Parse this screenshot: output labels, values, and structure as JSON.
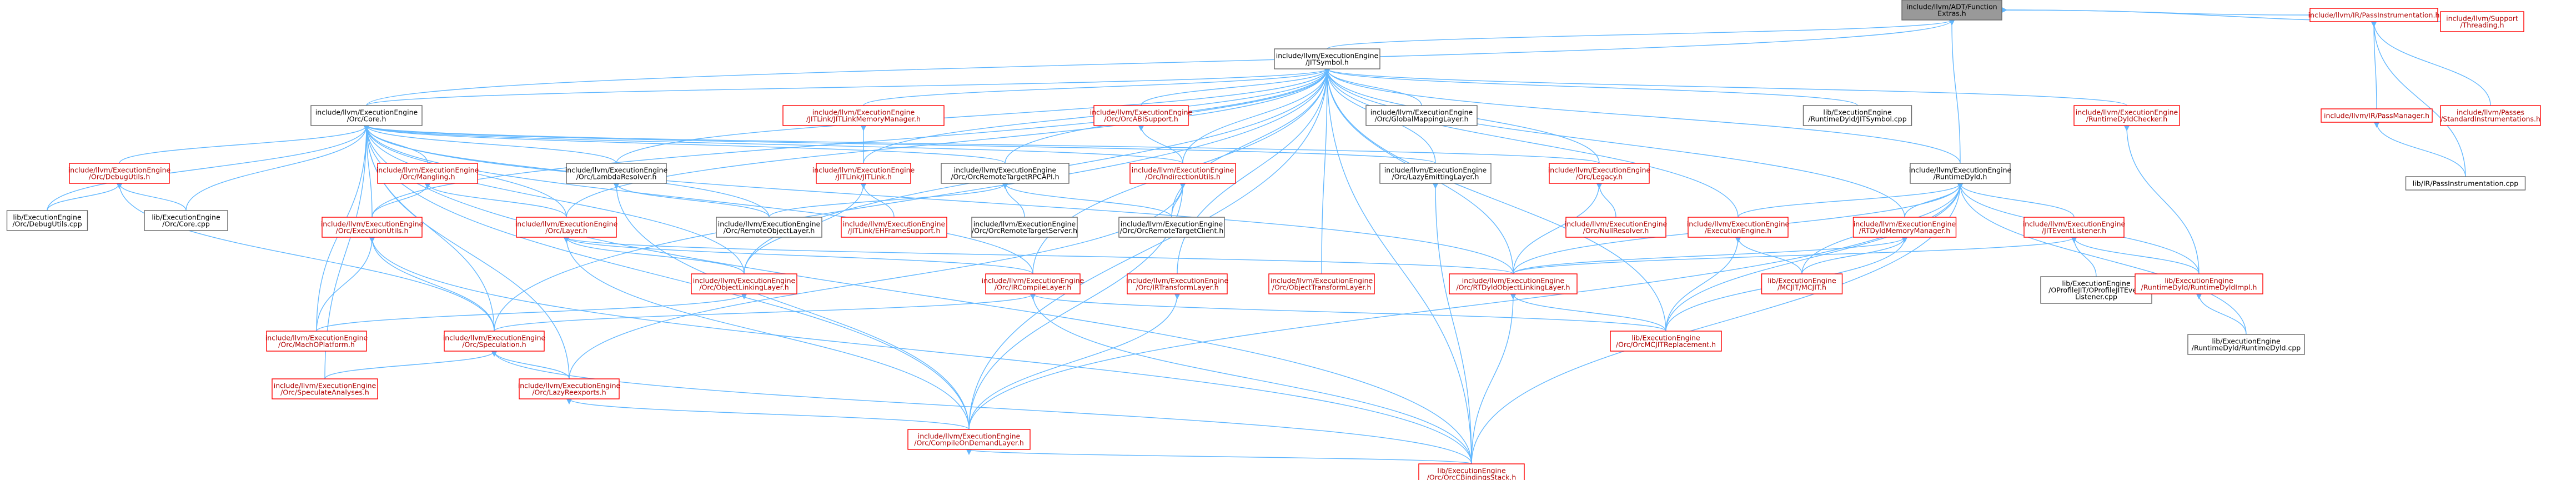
{
  "graph": {
    "title": "",
    "colors": {
      "focus_fill": "#999999",
      "focus_text": "#000000",
      "link_text": "#000000",
      "red_text": "#b00000",
      "node_border_normal": "#666666",
      "node_border_red": "#ff0000",
      "node_fill": "#ffffff",
      "edge": "#63b8ff"
    },
    "nodes": [
      {
        "id": "fe",
        "lines": [
          "include/llvm/ADT/Function",
          "Extras.h"
        ],
        "style": "focus"
      },
      {
        "id": "jit",
        "lines": [
          "include/llvm/ExecutionEngine",
          "/JITSymbol.h"
        ],
        "style": "normal"
      },
      {
        "id": "pi",
        "lines": [
          "include/llvm/IR/PassInstrumentation.h"
        ],
        "style": "red"
      },
      {
        "id": "thr",
        "lines": [
          "include/llvm/Support",
          "/Threading.h"
        ],
        "style": "red"
      },
      {
        "id": "core",
        "lines": [
          "include/llvm/ExecutionEngine",
          "/Orc/Core.h"
        ],
        "style": "normal"
      },
      {
        "id": "jitmm",
        "lines": [
          "include/llvm/ExecutionEngine",
          "/JITLink/JITLinkMemoryManager.h"
        ],
        "style": "red"
      },
      {
        "id": "abi",
        "lines": [
          "include/llvm/ExecutionEngine",
          "/Orc/OrcABISupport.h"
        ],
        "style": "red"
      },
      {
        "id": "gml",
        "lines": [
          "include/llvm/ExecutionEngine",
          "/Orc/GlobalMappingLayer.h"
        ],
        "style": "normal"
      },
      {
        "id": "jsymcpp",
        "lines": [
          "lib/ExecutionEngine",
          "/RuntimeDyld/JITSymbol.cpp"
        ],
        "style": "normal"
      },
      {
        "id": "rdc",
        "lines": [
          "include/llvm/ExecutionEngine",
          "/RuntimeDyldChecker.h"
        ],
        "style": "red"
      },
      {
        "id": "pm",
        "lines": [
          "include/llvm/IR/PassManager.h"
        ],
        "style": "red"
      },
      {
        "id": "spi",
        "lines": [
          "include/llvm/Passes",
          "/StandardInstrumentations.h"
        ],
        "style": "red"
      },
      {
        "id": "dbg",
        "lines": [
          "include/llvm/ExecutionEngine",
          "/Orc/DebugUtils.h"
        ],
        "style": "red"
      },
      {
        "id": "mang",
        "lines": [
          "include/llvm/ExecutionEngine",
          "/Orc/Mangling.h"
        ],
        "style": "red"
      },
      {
        "id": "lamb",
        "lines": [
          "include/llvm/ExecutionEngine",
          "/Orc/LambdaResolver.h"
        ],
        "style": "normal"
      },
      {
        "id": "jitlink",
        "lines": [
          "include/llvm/ExecutionEngine",
          "/JITLink/JITLink.h"
        ],
        "style": "red"
      },
      {
        "id": "rtrpc",
        "lines": [
          "include/llvm/ExecutionEngine",
          "/Orc/OrcRemoteTargetRPCAPI.h"
        ],
        "style": "normal"
      },
      {
        "id": "ind",
        "lines": [
          "include/llvm/ExecutionEngine",
          "/Orc/IndirectionUtils.h"
        ],
        "style": "red"
      },
      {
        "id": "lel",
        "lines": [
          "include/llvm/ExecutionEngine",
          "/Orc/LazyEmittingLayer.h"
        ],
        "style": "normal"
      },
      {
        "id": "leg",
        "lines": [
          "include/llvm/ExecutionEngine",
          "/Orc/Legacy.h"
        ],
        "style": "red"
      },
      {
        "id": "rd",
        "lines": [
          "include/llvm/ExecutionEngine",
          "/RuntimeDyld.h"
        ],
        "style": "normal"
      },
      {
        "id": "picpp",
        "lines": [
          "lib/IR/PassInstrumentation.cpp"
        ],
        "style": "normal"
      },
      {
        "id": "dbgcpp",
        "lines": [
          "lib/ExecutionEngine",
          "/Orc/DebugUtils.cpp"
        ],
        "style": "normal"
      },
      {
        "id": "corecpp",
        "lines": [
          "lib/ExecutionEngine",
          "/Orc/Core.cpp"
        ],
        "style": "normal"
      },
      {
        "id": "exec",
        "lines": [
          "include/llvm/ExecutionEngine",
          "/Orc/ExecutionUtils.h"
        ],
        "style": "red"
      },
      {
        "id": "layer",
        "lines": [
          "include/llvm/ExecutionEngine",
          "/Orc/Layer.h"
        ],
        "style": "red"
      },
      {
        "id": "rol",
        "lines": [
          "include/llvm/ExecutionEngine",
          "/Orc/RemoteObjectLayer.h"
        ],
        "style": "normal"
      },
      {
        "id": "ehfs",
        "lines": [
          "include/llvm/ExecutionEngine",
          "/JITLink/EHFrameSupport.h"
        ],
        "style": "red"
      },
      {
        "id": "rts",
        "lines": [
          "include/llvm/ExecutionEngine",
          "/Orc/OrcRemoteTargetServer.h"
        ],
        "style": "normal"
      },
      {
        "id": "rtc",
        "lines": [
          "include/llvm/ExecutionEngine",
          "/Orc/OrcRemoteTargetClient.h"
        ],
        "style": "normal"
      },
      {
        "id": "nullr",
        "lines": [
          "include/llvm/ExecutionEngine",
          "/Orc/NullResolver.h"
        ],
        "style": "red"
      },
      {
        "id": "ee",
        "lines": [
          "include/llvm/ExecutionEngine",
          "/ExecutionEngine.h"
        ],
        "style": "red"
      },
      {
        "id": "rdmm",
        "lines": [
          "include/llvm/ExecutionEngine",
          "/RTDyldMemoryManager.h"
        ],
        "style": "red"
      },
      {
        "id": "jel",
        "lines": [
          "include/llvm/ExecutionEngine",
          "/JITEventListener.h"
        ],
        "style": "red"
      },
      {
        "id": "olll",
        "lines": [
          "include/llvm/ExecutionEngine",
          "/Orc/ObjectLinkingLayer.h"
        ],
        "style": "red"
      },
      {
        "id": "irc",
        "lines": [
          "include/llvm/ExecutionEngine",
          "/Orc/IRCompileLayer.h"
        ],
        "style": "red"
      },
      {
        "id": "irt",
        "lines": [
          "include/llvm/ExecutionEngine",
          "/Orc/IRTransformLayer.h"
        ],
        "style": "red"
      },
      {
        "id": "otl",
        "lines": [
          "include/llvm/ExecutionEngine",
          "/Orc/ObjectTransformLayer.h"
        ],
        "style": "red"
      },
      {
        "id": "rtdl",
        "lines": [
          "include/llvm/ExecutionEngine",
          "/Orc/RTDyldObjectLinkingLayer.h"
        ],
        "style": "red"
      },
      {
        "id": "mcjith",
        "lines": [
          "lib/ExecutionEngine",
          "/MCJIT/MCJIT.h"
        ],
        "style": "red"
      },
      {
        "id": "oprof",
        "lines": [
          "lib/ExecutionEngine",
          "/OProfileJIT/OProfileJITEvent",
          "Listener.cpp"
        ],
        "style": "normal"
      },
      {
        "id": "rdimpl",
        "lines": [
          "lib/ExecutionEngine",
          "/RuntimeDyld/RuntimeDyldImpl.h"
        ],
        "style": "red"
      },
      {
        "id": "macho",
        "lines": [
          "include/llvm/ExecutionEngine",
          "/Orc/MachOPlatform.h"
        ],
        "style": "red"
      },
      {
        "id": "spec",
        "lines": [
          "include/llvm/ExecutionEngine",
          "/Orc/Speculation.h"
        ],
        "style": "red"
      },
      {
        "id": "omcjit",
        "lines": [
          "lib/ExecutionEngine",
          "/Orc/OrcMCJITReplacement.h"
        ],
        "style": "red"
      },
      {
        "id": "rdcpp",
        "lines": [
          "lib/ExecutionEngine",
          "/RuntimeDyld/RuntimeDyld.cpp"
        ],
        "style": "normal"
      },
      {
        "id": "sa",
        "lines": [
          "include/llvm/ExecutionEngine",
          "/Orc/SpeculateAnalyses.h"
        ],
        "style": "red"
      },
      {
        "id": "lre",
        "lines": [
          "include/llvm/ExecutionEngine",
          "/Orc/LazyReexports.h"
        ],
        "style": "red"
      },
      {
        "id": "cod",
        "lines": [
          "include/llvm/ExecutionEngine",
          "/Orc/CompileOnDemandLayer.h"
        ],
        "style": "red"
      },
      {
        "id": "ocb",
        "lines": [
          "lib/ExecutionEngine",
          "/Orc/OrcCBindingsStack.h"
        ],
        "style": "red"
      }
    ],
    "edges": [
      [
        "fe",
        "jit"
      ],
      [
        "fe",
        "pi"
      ],
      [
        "fe",
        "thr"
      ],
      [
        "fe",
        "core"
      ],
      [
        "fe",
        "rd"
      ],
      [
        "pi",
        "pm"
      ],
      [
        "pi",
        "spi"
      ],
      [
        "pi",
        "picpp"
      ],
      [
        "pm",
        "picpp"
      ],
      [
        "jit",
        "core"
      ],
      [
        "jit",
        "jitmm"
      ],
      [
        "jit",
        "abi"
      ],
      [
        "jit",
        "gml"
      ],
      [
        "jit",
        "jsymcpp"
      ],
      [
        "jit",
        "rdc"
      ],
      [
        "jit",
        "lamb"
      ],
      [
        "jit",
        "rtrpc"
      ],
      [
        "jit",
        "ind"
      ],
      [
        "jit",
        "lel"
      ],
      [
        "jit",
        "leg"
      ],
      [
        "jit",
        "rd"
      ],
      [
        "jit",
        "ee"
      ],
      [
        "jit",
        "rdmm"
      ],
      [
        "jit",
        "rtdl"
      ],
      [
        "jit",
        "irc"
      ],
      [
        "jit",
        "irt"
      ],
      [
        "jit",
        "otl"
      ],
      [
        "jit",
        "rtc"
      ],
      [
        "jit",
        "olll"
      ],
      [
        "jit",
        "layer"
      ],
      [
        "jit",
        "exec"
      ],
      [
        "jit",
        "cod"
      ],
      [
        "jit",
        "ocb"
      ],
      [
        "jit",
        "spec"
      ],
      [
        "jit",
        "omcjit"
      ],
      [
        "jit",
        "jitlink"
      ],
      [
        "core",
        "dbg"
      ],
      [
        "core",
        "mang"
      ],
      [
        "core",
        "lamb"
      ],
      [
        "core",
        "ind"
      ],
      [
        "core",
        "lel"
      ],
      [
        "core",
        "leg"
      ],
      [
        "core",
        "exec"
      ],
      [
        "core",
        "layer"
      ],
      [
        "core",
        "rol"
      ],
      [
        "core",
        "dbgcpp"
      ],
      [
        "core",
        "corecpp"
      ],
      [
        "core",
        "macho"
      ],
      [
        "core",
        "spec"
      ],
      [
        "core",
        "sa"
      ],
      [
        "core",
        "lre"
      ],
      [
        "core",
        "cod"
      ],
      [
        "core",
        "olll"
      ],
      [
        "core",
        "rtdl"
      ],
      [
        "core",
        "irc"
      ],
      [
        "core",
        "ocb"
      ],
      [
        "core",
        "rtrpc"
      ],
      [
        "dbg",
        "dbgcpp"
      ],
      [
        "dbg",
        "corecpp"
      ],
      [
        "dbg",
        "spec"
      ],
      [
        "mang",
        "exec"
      ],
      [
        "mang",
        "layer"
      ],
      [
        "lamb",
        "cod"
      ],
      [
        "lamb",
        "rol"
      ],
      [
        "jitmm",
        "jitlink"
      ],
      [
        "jitlink",
        "ehfs"
      ],
      [
        "jitlink",
        "olll"
      ],
      [
        "abi",
        "ind"
      ],
      [
        "rtrpc",
        "rts"
      ],
      [
        "rtrpc",
        "rtc"
      ],
      [
        "rtrpc",
        "rol"
      ],
      [
        "ind",
        "rtc"
      ],
      [
        "ind",
        "lre"
      ],
      [
        "ind",
        "cod"
      ],
      [
        "lel",
        "ocb"
      ],
      [
        "leg",
        "nullr"
      ],
      [
        "leg",
        "rtdl"
      ],
      [
        "rdc",
        "rdimpl"
      ],
      [
        "rd",
        "ee"
      ],
      [
        "rd",
        "rdmm"
      ],
      [
        "rd",
        "jel"
      ],
      [
        "rd",
        "rtdl"
      ],
      [
        "rd",
        "mcjith"
      ],
      [
        "rd",
        "rdimpl"
      ],
      [
        "rd",
        "rdcpp"
      ],
      [
        "rd",
        "omcjit"
      ],
      [
        "rd",
        "ocb"
      ],
      [
        "rd",
        "cod"
      ],
      [
        "exec",
        "macho"
      ],
      [
        "exec",
        "spec"
      ],
      [
        "exec",
        "ocb"
      ],
      [
        "layer",
        "olll"
      ],
      [
        "layer",
        "rtdl"
      ],
      [
        "layer",
        "irc"
      ],
      [
        "layer",
        "cod"
      ],
      [
        "ee",
        "mcjith"
      ],
      [
        "ee",
        "omcjit"
      ],
      [
        "rdmm",
        "mcjith"
      ],
      [
        "rdmm",
        "omcjit"
      ],
      [
        "rdmm",
        "rtdl"
      ],
      [
        "jel",
        "oprof"
      ],
      [
        "jel",
        "rdimpl"
      ],
      [
        "jel",
        "rtdl"
      ],
      [
        "rtdl",
        "omcjit"
      ],
      [
        "rtdl",
        "ocb"
      ],
      [
        "irc",
        "spec"
      ],
      [
        "irc",
        "ocb"
      ],
      [
        "irc",
        "omcjit"
      ],
      [
        "rdimpl",
        "rdcpp"
      ],
      [
        "spec",
        "sa"
      ],
      [
        "spec",
        "lre"
      ],
      [
        "spec",
        "ocb"
      ],
      [
        "lre",
        "cod"
      ],
      [
        "cod",
        "ocb"
      ],
      [
        "olll",
        "macho"
      ],
      [
        "irt",
        "cod"
      ]
    ]
  }
}
